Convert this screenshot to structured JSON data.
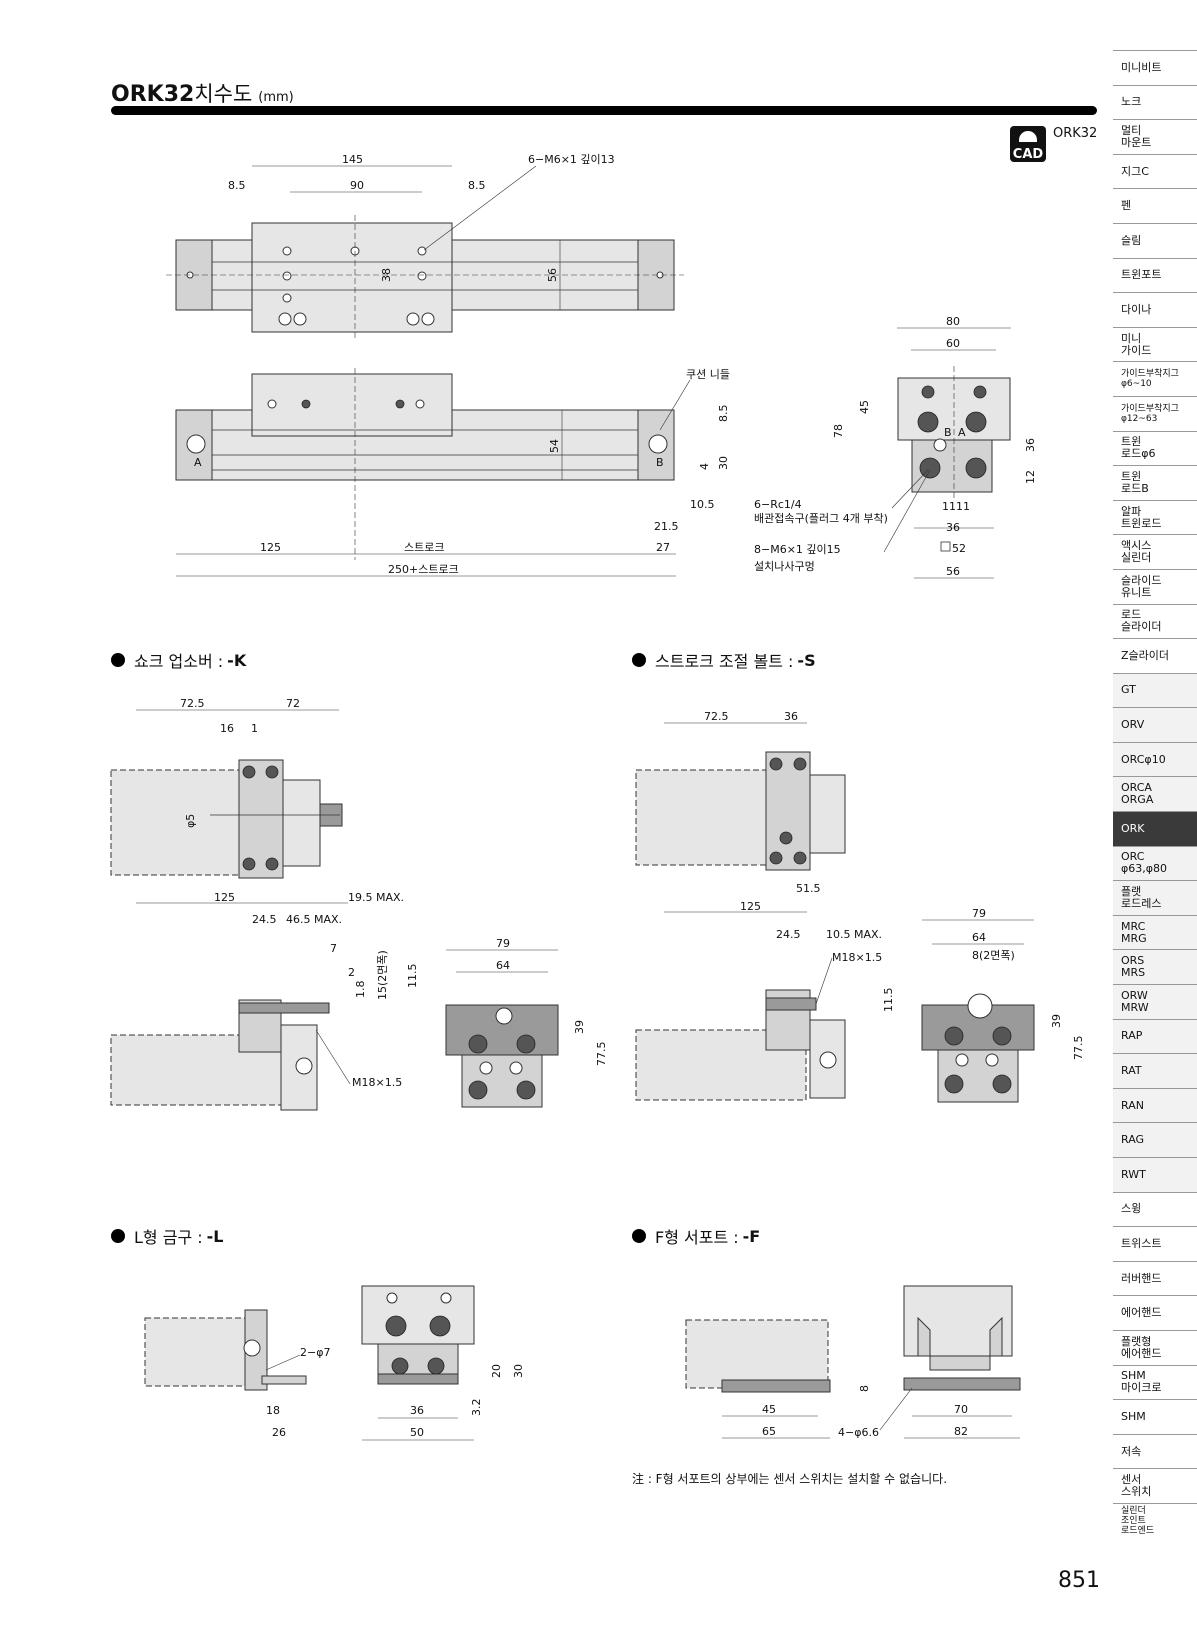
{
  "header": {
    "model": "ORK32",
    "title_kr": "치수도",
    "unit": "(mm)"
  },
  "cad": {
    "icon_text": "CAD",
    "model": "ORK32"
  },
  "main_dims": {
    "d145": "145",
    "d90": "90",
    "d8_5a": "8.5",
    "d8_5b": "8.5",
    "tap_note": "6−M6×1  깊이13",
    "d38": "38",
    "d56": "56",
    "cushion": "쿠션 니들",
    "d54": "54",
    "d8_5c": "8.5",
    "d4": "4",
    "d30": "30",
    "d10_5": "10.5",
    "d21_5": "21.5",
    "d27": "27",
    "d125": "125",
    "stroke": "스트로크",
    "total": "250+스트로크",
    "labelA": "A",
    "labelB": "B",
    "port1": "6−Rc1/4",
    "port2": "배관접속구(플러그 4개 부착)",
    "mount1": "8−M6×1  깊이15",
    "mount2": "설치나사구멍",
    "e80": "80",
    "e60": "60",
    "e45": "45",
    "e78": "78",
    "e36a": "36",
    "e12": "12",
    "e11a": "11",
    "e11b": "11",
    "e36b": "36",
    "e52": "52",
    "e56": "56",
    "eB": "B",
    "eA": "A"
  },
  "sections": {
    "k": {
      "label": "쇼크 업소버 : ",
      "code": "-K"
    },
    "s": {
      "label": "스트로크 조절 볼트 : ",
      "code": "-S"
    },
    "l": {
      "label": "L형 금구 : ",
      "code": "-L"
    },
    "f": {
      "label": "F형 서포트 : ",
      "code": "-F"
    }
  },
  "k_dims": {
    "a72_5": "72.5",
    "a72": "72",
    "a16": "16",
    "a1": "1",
    "aphi5": "φ5",
    "a125": "125",
    "a19_5": "19.5 MAX.",
    "b24_5": "24.5",
    "b46_5": "46.5 MAX.",
    "b7": "7",
    "b2": "2",
    "b1_8": "1.8",
    "b15": "15(2면폭)",
    "b11_5": "11.5",
    "bm18": "M18×1.5",
    "c79": "79",
    "c64": "64",
    "c39": "39",
    "c77_5": "77.5"
  },
  "s_dims": {
    "a72_5": "72.5",
    "a36": "36",
    "a51_5": "51.5",
    "a125": "125",
    "b24_5": "24.5",
    "b10_5": "10.5 MAX.",
    "bm18": "M18×1.5",
    "b11_5": "11.5",
    "c79": "79",
    "c64": "64",
    "c8": "8(2면폭)",
    "c39": "39",
    "c77_5": "77.5"
  },
  "l_dims": {
    "phi7": "2−φ7",
    "d18": "18",
    "d26": "26",
    "d36": "36",
    "d50": "50",
    "d20": "20",
    "d30": "30",
    "d3_2": "3.2"
  },
  "f_dims": {
    "d45": "45",
    "d65": "65",
    "phi6_6": "4−φ6.6",
    "d8": "8",
    "d70": "70",
    "d82": "82"
  },
  "note": "注 : F형 서포트의 상부에는 센서 스위치는 설치할 수 없습니다.",
  "page_number": "851",
  "side_tabs": [
    {
      "label": "미니비트"
    },
    {
      "label": "노크"
    },
    {
      "label": "멀티\n마운트"
    },
    {
      "label": "지그C"
    },
    {
      "label": "펜"
    },
    {
      "label": "슬림"
    },
    {
      "label": "트윈포트"
    },
    {
      "label": "다이나"
    },
    {
      "label": "미니\n가이드"
    },
    {
      "label": "가이드부착지그\nφ6~10"
    },
    {
      "label": "가이드부착지그\nφ12~63"
    },
    {
      "label": "트윈\n로드φ6"
    },
    {
      "label": "트윈\n로드B"
    },
    {
      "label": "알파\n트윈로드"
    },
    {
      "label": "액시스\n실린더"
    },
    {
      "label": "슬라이드\n유니트"
    },
    {
      "label": "로드\n슬라이더"
    },
    {
      "label": "Z슬라이더"
    },
    {
      "label": "GT"
    },
    {
      "label": "ORV"
    },
    {
      "label": "ORCφ10"
    },
    {
      "label": "ORCA\nORGA"
    },
    {
      "label": "ORK"
    },
    {
      "label": "ORC\nφ63,φ80"
    },
    {
      "label": "플랫\n로드레스"
    },
    {
      "label": "MRC\nMRG"
    },
    {
      "label": "ORS\nMRS"
    },
    {
      "label": "ORW\nMRW"
    },
    {
      "label": "RAP"
    },
    {
      "label": "RAT"
    },
    {
      "label": "RAN"
    },
    {
      "label": "RAG"
    },
    {
      "label": "RWT"
    },
    {
      "label": "스윙"
    },
    {
      "label": "트위스트"
    },
    {
      "label": "러버핸드"
    },
    {
      "label": "에어핸드"
    },
    {
      "label": "플랫형\n에어핸드"
    },
    {
      "label": "SHM\n마이크로"
    },
    {
      "label": "SHM"
    },
    {
      "label": "저속"
    },
    {
      "label": "센서\n스위치"
    },
    {
      "label": "실린더\n조인트\n로드엔드"
    }
  ],
  "active_tab": "ORK"
}
